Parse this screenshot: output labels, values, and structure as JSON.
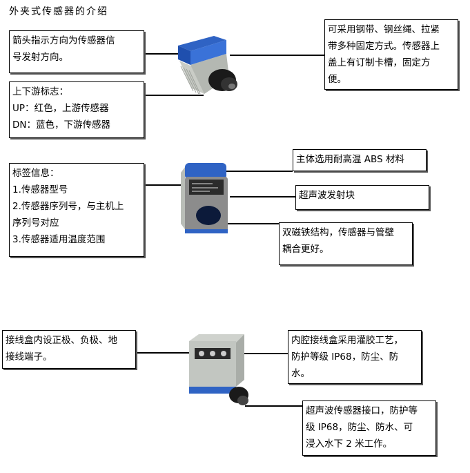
{
  "title": "外夹式传感器的介绍",
  "callouts": {
    "arrow": [
      "箭头指示方向为传感器信",
      "号发射方向。"
    ],
    "mount": [
      "可采用钢带、钢丝绳、拉紧",
      "带多种固定方式。传感器上",
      "盖上有订制卡槽，固定方",
      "便。"
    ],
    "updown": [
      "上下游标志：",
      "UP：红色，上游传感器",
      "DN：蓝色，下游传感器"
    ],
    "label": [
      "标签信息：",
      "1.传感器型号",
      "2.传感器序列号，与主机上",
      "序列号对应",
      "3.传感器适用温度范围"
    ],
    "abs": [
      "主体选用耐高温 ABS 材料"
    ],
    "emit": [
      "超声波发射块"
    ],
    "magnet": [
      "双磁铁结构，传感器与管壁",
      "耦合更好。"
    ],
    "terminal": [
      "接线盒内设正极、负极、地",
      "接线端子。"
    ],
    "potting": [
      "内腔接线盒采用灌胶工艺，",
      "防护等级 IP68，防尘、防",
      "水。"
    ],
    "interface": [
      "超声波传感器接口，防护等",
      "级 IP68，防尘、防水、可",
      "浸入水下 2 米工作。"
    ]
  },
  "colors": {
    "body_blue": "#2f63c4",
    "body_grey": "#8c8c8c",
    "shell_grey": "#bfc3c2",
    "connector": "#1a1a1a"
  }
}
